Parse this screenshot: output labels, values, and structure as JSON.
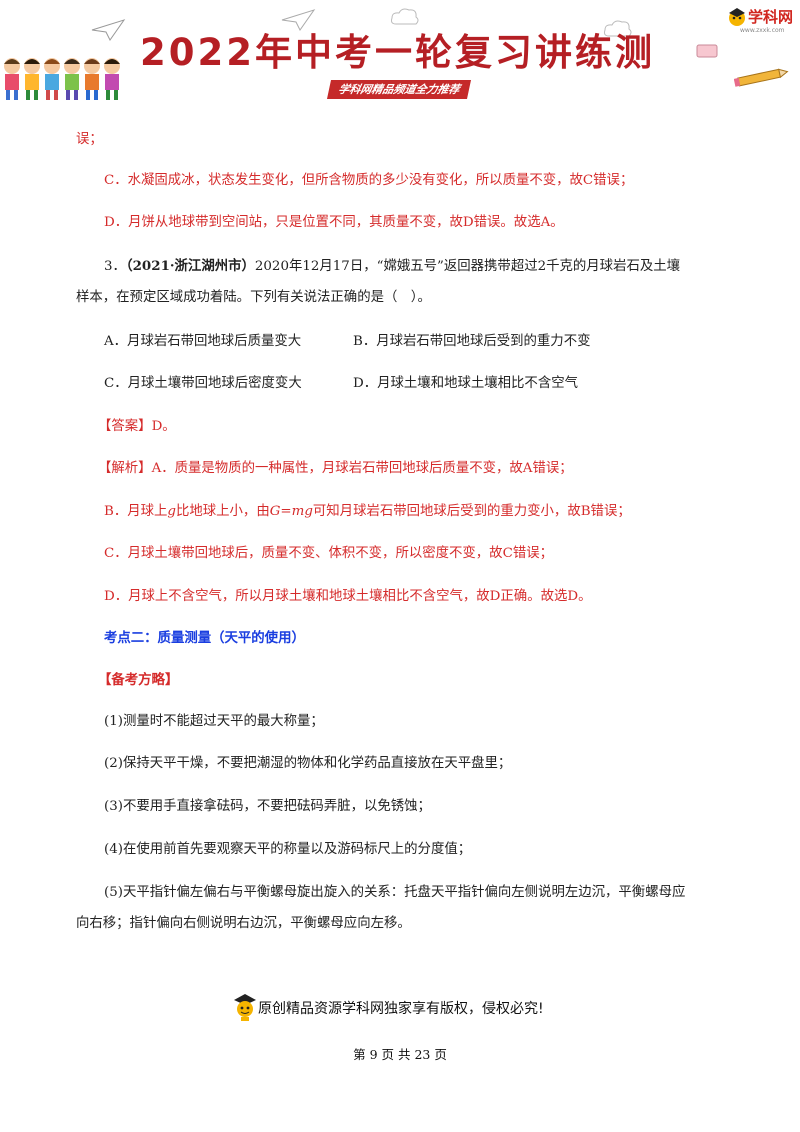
{
  "header": {
    "banner_title": "2022年中考一轮复习讲练测",
    "banner_tag": "学科网精品频道全力推荐",
    "logo_text": "学科网",
    "logo_url": "www.zxxk.com"
  },
  "colors": {
    "red": "#d52b2b",
    "blue": "#1a3ee0",
    "banner_red": "#b51f24"
  },
  "content": {
    "p1": "误；",
    "p2": "C．水凝固成冰，状态发生变化，但所含物质的多少没有变化，所以质量不变，故C错误；",
    "p3": "D．月饼从地球带到空间站，只是位置不同，其质量不变，故D错误。故选A。",
    "q3_num": "3．",
    "q3_src": "（2021·浙江湖州市）",
    "q3_text": "2020年12月17日，“嫦娥五号”返回器携带超过2千克的月球岩石及土壤",
    "q3_text2": "样本，在预定区域成功着陆。下列有关说法正确的是（　）。",
    "opt_a": "A．月球岩石带回地球后质量变大",
    "opt_b": "B．月球岩石带回地球后受到的重力不变",
    "opt_c": "C．月球土壤带回地球后密度变大",
    "opt_d": "D．月球土壤和地球土壤相比不含空气",
    "answer_label": "【答案】",
    "answer_value": "D。",
    "analysis_label": "【解析】",
    "analysis_a": "A．质量是物质的一种属性，月球岩石带回地球后质量不变，故A错误；",
    "analysis_b_1": "B．月球上",
    "analysis_b_g": "g",
    "analysis_b_2": "比地球上小，由",
    "analysis_b_formula": "G=mg",
    "analysis_b_3": "可知月球岩石带回地球后受到的重力变小，故B错误；",
    "analysis_c": "C．月球土壤带回地球后，质量不变、体积不变，所以密度不变，故C错误；",
    "analysis_d": "D．月球上不含空气，所以月球土壤和地球土壤相比不含空气，故D正确。故选D。",
    "section_title": "考点二：质量测量（天平的使用）",
    "strategy_label": "【备考方略】",
    "tips": [
      "(1)测量时不能超过天平的最大称量；",
      "(2)保持天平干燥，不要把潮湿的物体和化学药品直接放在天平盘里；",
      "(3)不要用手直接拿砝码，不要把砝码弄脏，以免锈蚀；",
      "(4)在使用前首先要观察天平的称量以及游码标尺上的分度值；",
      "(5)天平指针偏左偏右与平衡螺母旋出旋入的关系：托盘天平指针偏向左侧说明左边沉，平衡螺母应",
      "向右移；指针偏向右侧说明右边沉，平衡螺母应向左移。"
    ]
  },
  "footer": {
    "notice": "原创精品资源学科网独家享有版权，侵权必究!",
    "page_label": "第 9 页 共 23 页"
  }
}
